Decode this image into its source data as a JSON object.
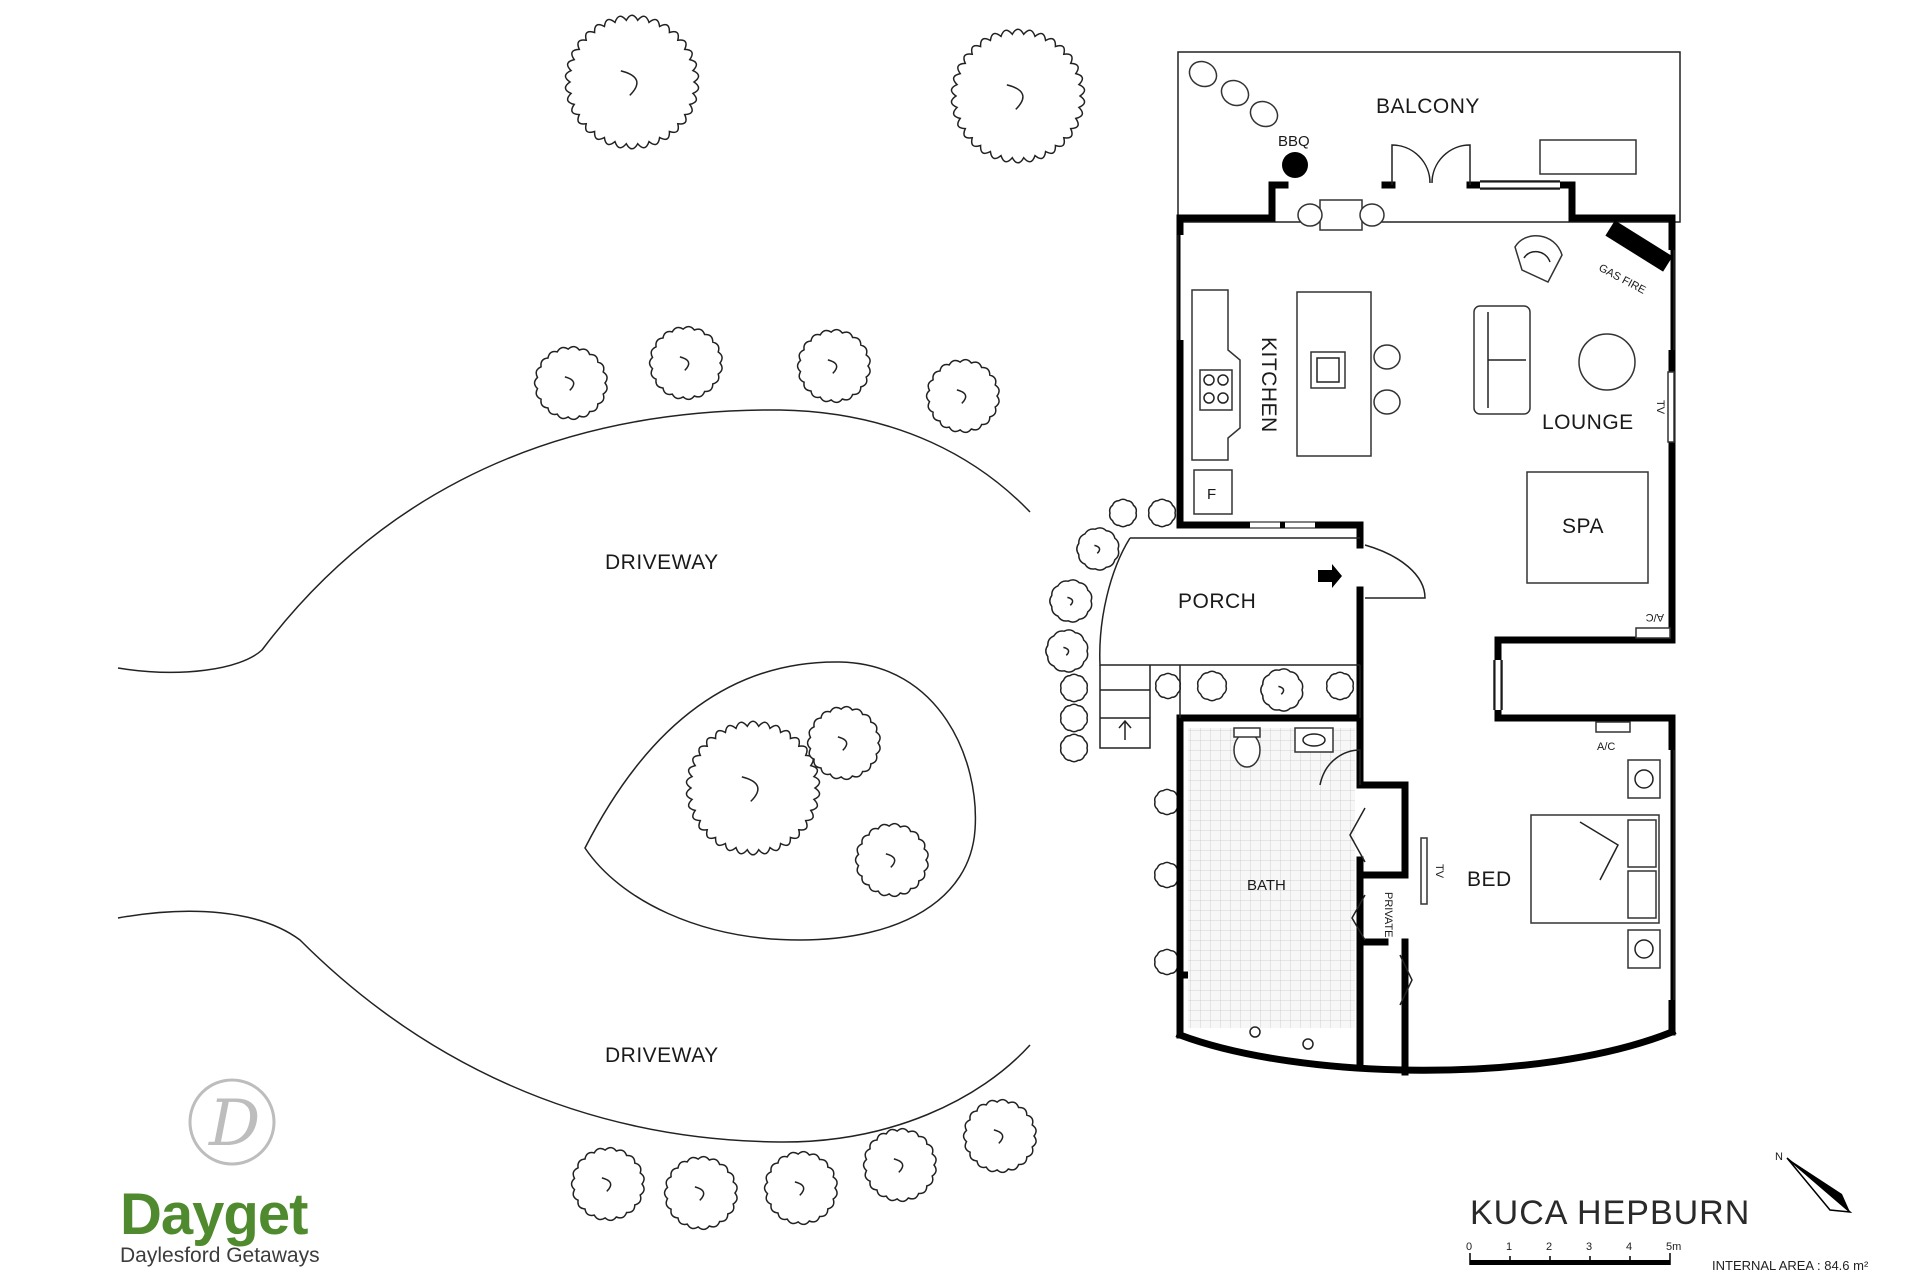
{
  "property": {
    "name": "KUCA HEPBURN",
    "internal_area": "INTERNAL AREA : 84.6 m²"
  },
  "brand": {
    "monogram": "D",
    "name": "Dayget",
    "tagline": "Daylesford Getaways",
    "color": "#4f8a2e"
  },
  "rooms": {
    "balcony": "BALCONY",
    "bbq": "BBQ",
    "gas_fire": "GAS FIRE",
    "kitchen": "KITCHEN",
    "fridge": "F",
    "lounge": "LOUNGE",
    "tv_lounge": "TV",
    "spa": "SPA",
    "ac_lounge": "A/C",
    "porch": "PORCH",
    "bath": "BATH",
    "private": "PRIVATE",
    "tv_bed": "TV",
    "bed": "BED",
    "ac_bed": "A/C"
  },
  "grounds": {
    "driveway_top": "DRIVEWAY",
    "driveway_bottom": "DRIVEWAY"
  },
  "scale": {
    "ticks": [
      "0",
      "1",
      "2",
      "3",
      "4",
      "5m"
    ]
  },
  "north": {
    "label": "N"
  }
}
